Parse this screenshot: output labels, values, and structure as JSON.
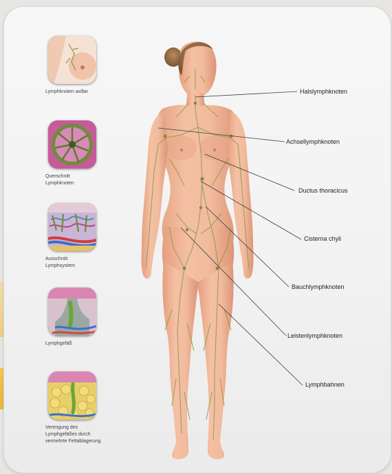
{
  "thumbnails": [
    {
      "name": "thumb-lymphknoten-axillar",
      "lines": [
        "Lymphknoten axillar"
      ]
    },
    {
      "name": "thumb-querschnitt-lymphknoten",
      "lines": [
        "Querschnitt",
        "Lymphknoten"
      ]
    },
    {
      "name": "thumb-ausschnitt-lymphsystem",
      "lines": [
        "Ausschnitt",
        "Lymphsystem"
      ]
    },
    {
      "name": "thumb-lymphgefaess",
      "lines": [
        "Lymphgefäß"
      ]
    },
    {
      "name": "thumb-verengung",
      "lines": [
        "Verengung des",
        "Lymphgefäßes durch",
        "vermehrte Fettablagerung"
      ]
    }
  ],
  "labels": {
    "halslymphknoten": "Halslymphknoten",
    "achsellymphknoten": "Achsellymphknoten",
    "ductus_thoracicus": "Ductus thoracicus",
    "cisterna_chyli": "Cisterna chyli",
    "bauchlymphknoten": "Bauchlymphknoten",
    "leistenlymphknoten": "Leistenlymphknoten",
    "lymphbahnen": "Lymphbahnen"
  },
  "colors": {
    "skin": "#f1b99b",
    "skin_shadow": "#dd9778",
    "lymph": "#8d9a4e",
    "leader_line": "#3a3a3a",
    "card_bg": "#f4f4f4"
  }
}
